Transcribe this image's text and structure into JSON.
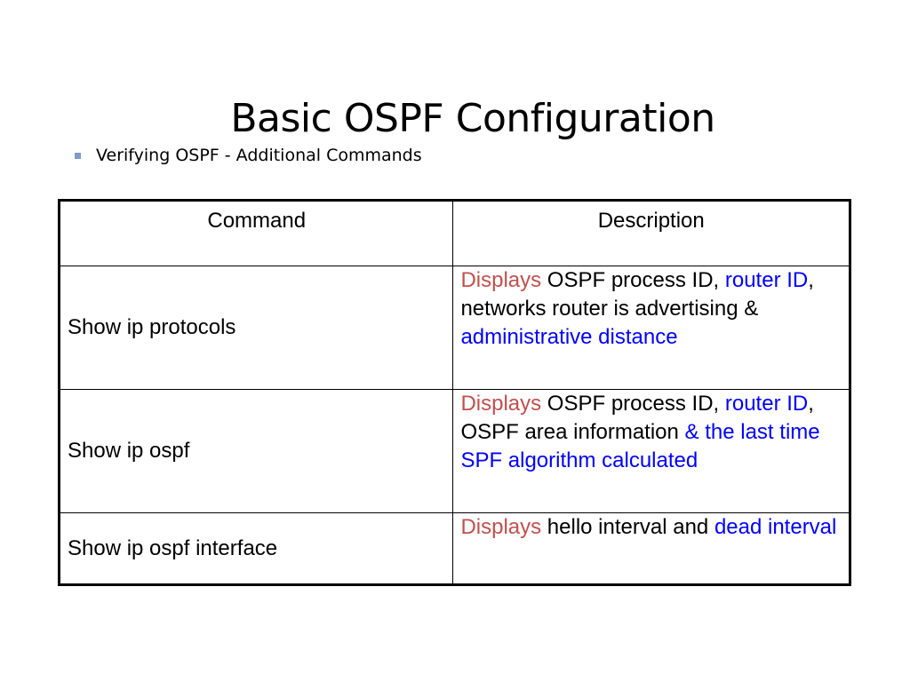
{
  "slide": {
    "title": "Basic OSPF Configuration",
    "subtitle": "Verifying OSPF - Additional Commands"
  },
  "colors": {
    "highlight_red": "#c0504d",
    "highlight_blue": "#0000ff",
    "bullet": "#7f9cc7"
  },
  "table": {
    "headers": [
      "Command",
      "Description"
    ],
    "rows": [
      {
        "command": "Show ip protocols",
        "description": [
          {
            "text": "Displays",
            "style": "red"
          },
          {
            "text": " OSPF process ID, ",
            "style": "plain"
          },
          {
            "text": "router ID",
            "style": "blue"
          },
          {
            "text": ", networks router is advertising & ",
            "style": "plain"
          },
          {
            "text": "administrative distance",
            "style": "blue"
          }
        ]
      },
      {
        "command": "Show ip ospf",
        "description": [
          {
            "text": "Displays",
            "style": "red"
          },
          {
            "text": " OSPF process ID, ",
            "style": "plain"
          },
          {
            "text": "router ID",
            "style": "blue"
          },
          {
            "text": ", OSPF area information ",
            "style": "plain"
          },
          {
            "text": "& the last time SPF algorithm calculated",
            "style": "blue"
          }
        ]
      },
      {
        "command": "Show ip ospf interface",
        "description": [
          {
            "text": "Displays",
            "style": "red"
          },
          {
            "text": " hello interval and ",
            "style": "plain"
          },
          {
            "text": "dead interval",
            "style": "blue"
          }
        ]
      }
    ]
  }
}
